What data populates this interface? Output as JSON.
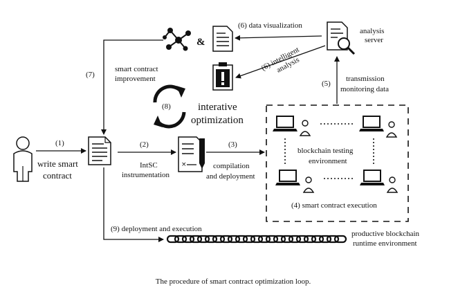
{
  "diagram": {
    "steps": {
      "s1": "(1)",
      "s2": "(2)",
      "s3": "(3)",
      "s5": "(5)",
      "s6a": "(6) data visualization",
      "s6b_1": "(6) intelligent",
      "s6b_2": "analysis",
      "s7": "(7)",
      "s8": "(8)",
      "s9": "(9)  deployment and execution"
    },
    "labels": {
      "write_1": "write smart",
      "write_2": "contract",
      "instr_1": "IntSC",
      "instr_2": "instrumentation",
      "compile_1": "compilation",
      "compile_2": "and deployment",
      "testing_1": "blockchain testing",
      "testing_2": "environment",
      "execution": "(4) smart contract execution",
      "transmission_1": "transmission",
      "transmission_2": "monitoring data",
      "server_1": "analysis",
      "server_2": "server",
      "improve_1": "smart contract",
      "improve_2": "improvement",
      "iter_1": "interative",
      "iter_2": "optimization",
      "prod_1": "productive blockchain",
      "prod_2": "runtime environment",
      "ampersand": "&"
    },
    "caption": "The procedure of smart contract optimization loop."
  }
}
